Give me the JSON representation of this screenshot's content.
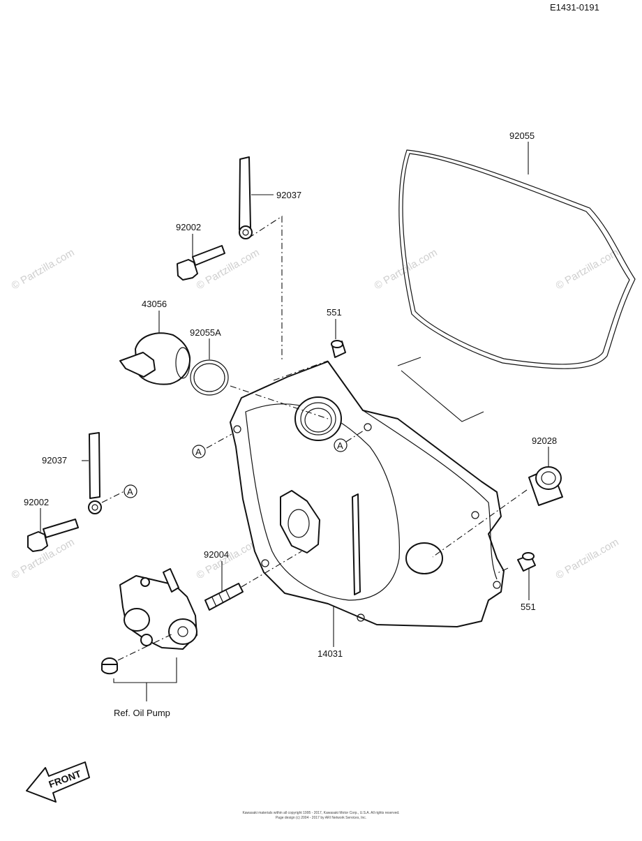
{
  "diagram_code": "E1431-0191",
  "watermark": "© Partzilla.com",
  "parts": {
    "gasket": "92055",
    "strap_upper": "92037",
    "bolt_upper": "92002",
    "plug": "43056",
    "o_ring": "92055A",
    "dowel_top": "551",
    "bushing": "92028",
    "strap_lower": "92037",
    "bolt_lower": "92002",
    "stud": "92004",
    "dowel_right": "551",
    "cover": "14031"
  },
  "ref_label": "Ref. Oil Pump",
  "callout_marker": "A",
  "front_label": "FRONT",
  "copyright_line1": "Kawasaki materials within all copyright 1995 - 2017, Kawasaki Motor Corp., U.S.A. All rights reserved.",
  "copyright_line2": "Page design (c) 2004 - 2017 by ARI Network Services, Inc."
}
